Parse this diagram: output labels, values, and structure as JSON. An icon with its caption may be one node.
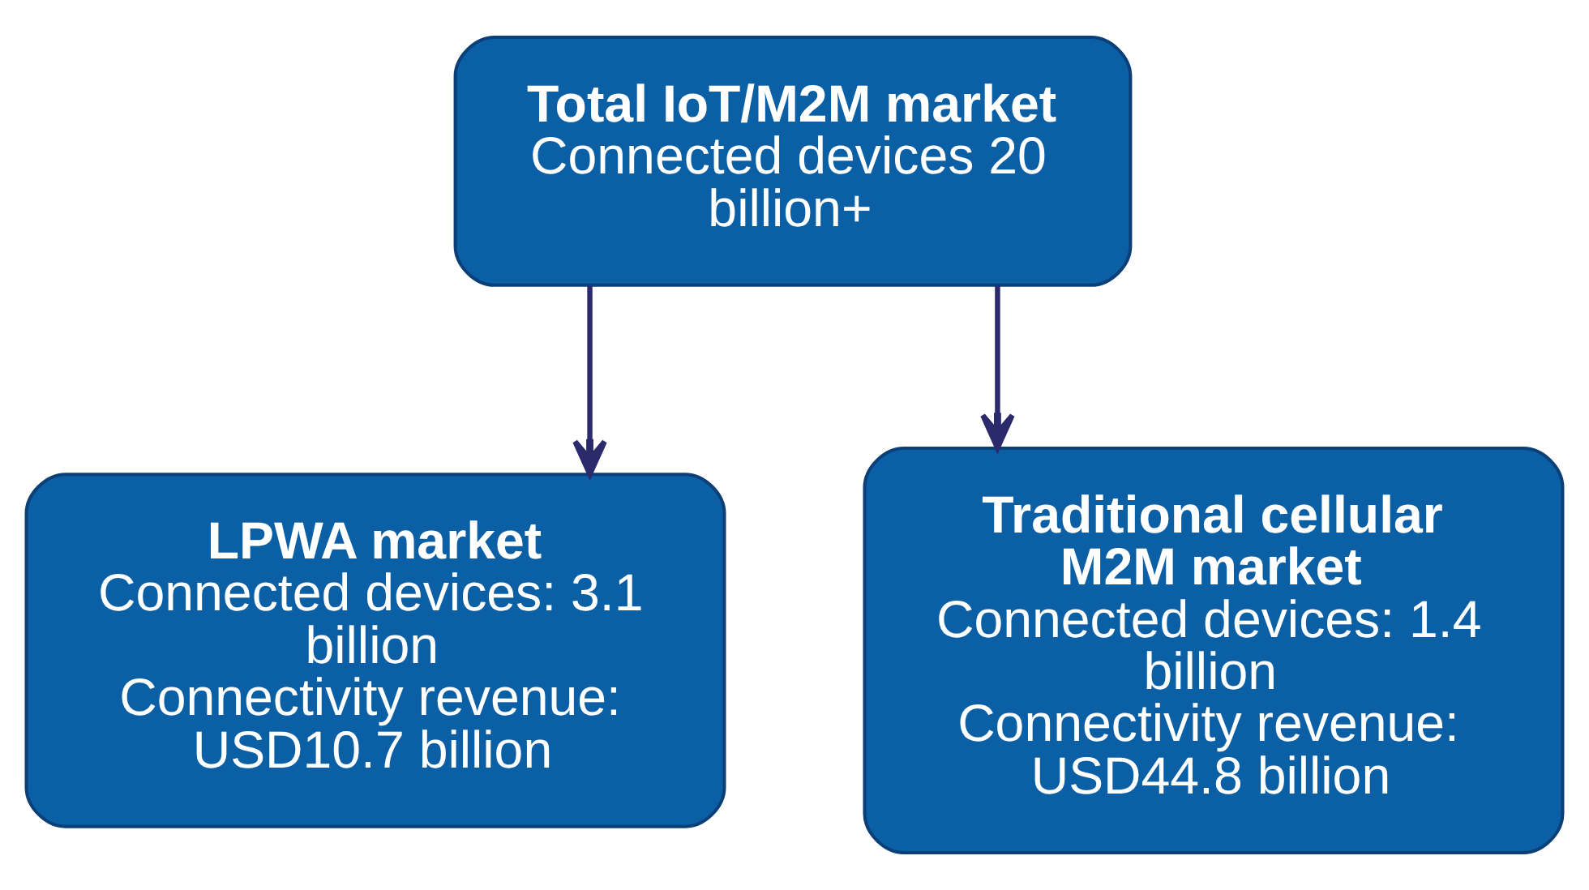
{
  "diagram": {
    "nodes": [
      {
        "text": [
          "Total IoT/M2M market",
          "Connected devices 20 billion+"
        ]
      },
      {
        "text": [
          "LPWA market",
          "Connected devices: 3.1 billion",
          "Connectivity revenue: USD10.7 billion"
        ]
      },
      {
        "text": [
          "Traditional cellular M2M market",
          "Connected devices: 1.4 billion",
          "Connectivity revenue: USD44.8 billion"
        ]
      }
    ],
    "edges": [
      {
        "from": 0,
        "to": 1,
        "arrow": "to"
      },
      {
        "from": 0,
        "to": 2,
        "arrow": "to"
      }
    ]
  }
}
